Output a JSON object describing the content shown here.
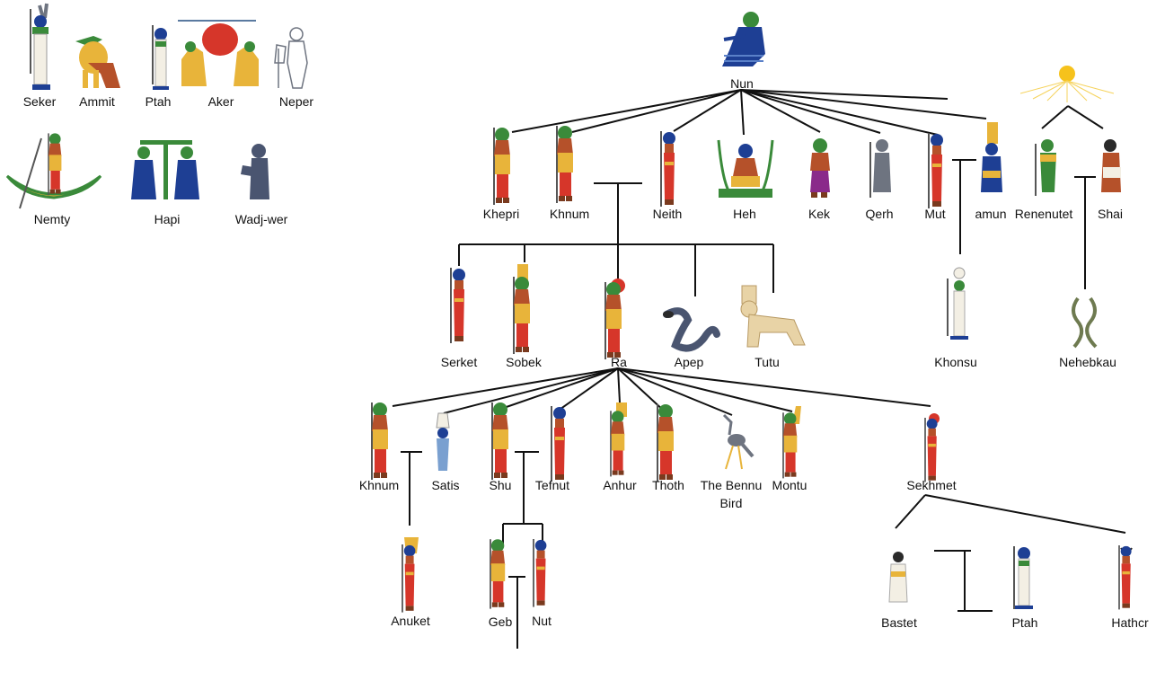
{
  "colors": {
    "skin": "#b5512a",
    "skin_dark": "#7a3a1e",
    "gold": "#e8b43a",
    "blue": "#1e3f94",
    "green": "#3a8a3a",
    "red": "#d6362a",
    "white": "#f3efe4",
    "grey": "#6e7480",
    "sun": "#f6c21c",
    "line": "#111111"
  },
  "deities": {
    "seker": {
      "name": "Seker",
      "icon": "falcon-headed-god-icon"
    },
    "ammit": {
      "name": "Ammit",
      "icon": "crocodile-lion-beast-icon"
    },
    "ptah_top": {
      "name": "Ptah",
      "icon": "mummiform-god-icon"
    },
    "aker": {
      "name": "Aker",
      "icon": "twin-lions-sun-icon"
    },
    "neper": {
      "name": "Neper",
      "icon": "grain-god-icon"
    },
    "nemty": {
      "name": "Nemty",
      "icon": "ferryman-boat-icon"
    },
    "hapi": {
      "name": "Hapi",
      "icon": "twin-nile-gods-icon"
    },
    "wadjwer": {
      "name": "Wadj-wer",
      "icon": "sea-god-icon"
    },
    "nun": {
      "name": "Nun",
      "icon": "kneeling-water-god-icon"
    },
    "khepri": {
      "name": "Khepri",
      "icon": "scarab-headed-god-icon"
    },
    "khnum1": {
      "name": "Khnum",
      "icon": "ram-headed-god-icon"
    },
    "neith": {
      "name": "Neith",
      "icon": "goddess-red-crown-icon"
    },
    "heh": {
      "name": "Heh",
      "icon": "seated-heh-god-icon"
    },
    "kek": {
      "name": "Kek",
      "icon": "frog-headed-god-icon"
    },
    "qerh": {
      "name": "Qerh",
      "icon": "serpent-headed-god-icon"
    },
    "mut": {
      "name": "Mut",
      "icon": "vulture-goddess-icon"
    },
    "amun": {
      "name": "amun",
      "icon": "plumed-amun-icon"
    },
    "renenutet": {
      "name": "Renenutet",
      "icon": "cobra-goddess-icon"
    },
    "shai": {
      "name": "Shai",
      "icon": "fate-god-icon"
    },
    "serket": {
      "name": "Serket",
      "icon": "scorpion-goddess-icon"
    },
    "sobek": {
      "name": "Sobek",
      "icon": "crocodile-headed-god-icon"
    },
    "ra": {
      "name": "Ra",
      "icon": "sun-disk-falcon-god-icon"
    },
    "apep": {
      "name": "Apep",
      "icon": "serpent-icon"
    },
    "tutu": {
      "name": "Tutu",
      "icon": "sphinx-lion-icon"
    },
    "khonsu": {
      "name": "Khonsu",
      "icon": "moon-god-icon"
    },
    "nehebkau": {
      "name": "Nehebkau",
      "icon": "twin-serpent-icon"
    },
    "khnum2": {
      "name": "Khnum",
      "icon": "ram-headed-god-icon"
    },
    "satis": {
      "name": "Satis",
      "icon": "goddess-white-crown-icon"
    },
    "shu": {
      "name": "Shu",
      "icon": "feather-god-icon"
    },
    "tefnut": {
      "name": "Tefnut",
      "icon": "lioness-goddess-icon"
    },
    "anhur": {
      "name": "Anhur",
      "icon": "plumed-warrior-god-icon"
    },
    "thoth": {
      "name": "Thoth",
      "icon": "ibis-headed-god-icon"
    },
    "bennu": {
      "name": "The Bennu",
      "name2": "Bird",
      "icon": "heron-bird-icon"
    },
    "montu": {
      "name": "Montu",
      "icon": "falcon-war-god-icon"
    },
    "sekhmet": {
      "name": "Sekhmet",
      "icon": "lioness-sun-goddess-icon"
    },
    "anuket": {
      "name": "Anuket",
      "icon": "plumed-goddess-icon"
    },
    "geb": {
      "name": "Geb",
      "icon": "goose-crown-god-icon"
    },
    "nut": {
      "name": "Nut",
      "icon": "sky-goddess-icon"
    },
    "bastet": {
      "name": "Bastet",
      "icon": "cat-goddess-icon"
    },
    "ptah_low": {
      "name": "Ptah",
      "icon": "mummiform-god-icon"
    },
    "hathor": {
      "name": "Hathcr",
      "icon": "cow-horned-goddess-icon"
    }
  },
  "sun_icon": "radiant-sun-icon"
}
